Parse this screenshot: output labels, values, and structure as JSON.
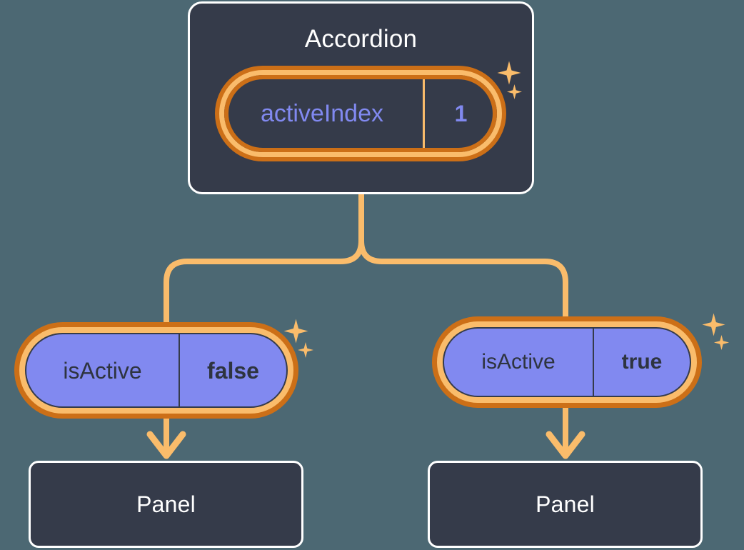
{
  "theme": {
    "background": "#4C6873",
    "card_fill": "#353B4A",
    "card_border": "#FFFFFF",
    "wire": "#FABC6B",
    "ring_outer": "#CC6F17",
    "ring_inner": "#FABC6B",
    "pill_fill_purple": "#8189F0",
    "accent_purple_text": "#8189F0",
    "dark_text": "#2E3440",
    "sparkle": "#FABC6B"
  },
  "diagram": {
    "type": "component-state-tree",
    "root": {
      "title": "Accordion",
      "state": {
        "key": "activeIndex",
        "value": "1"
      }
    },
    "branches": [
      {
        "side": "left",
        "state": {
          "key": "isActive",
          "value": "false"
        },
        "child": {
          "title": "Panel"
        }
      },
      {
        "side": "right",
        "state": {
          "key": "isActive",
          "value": "true"
        },
        "child": {
          "title": "Panel"
        }
      }
    ]
  }
}
